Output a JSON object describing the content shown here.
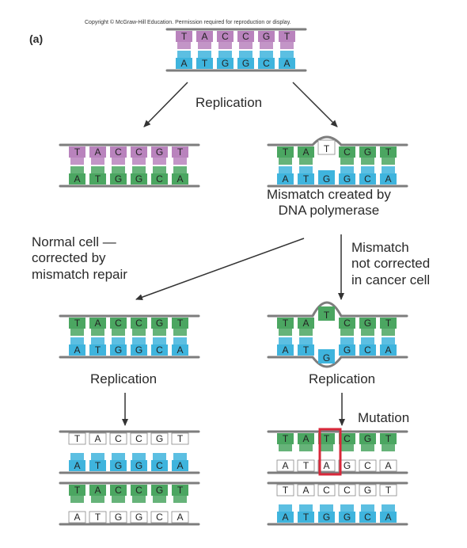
{
  "copyright": "Copyright © McGraw-Hill Education. Permission required for reproduction or display.",
  "panel_label": "(a)",
  "labels": {
    "replication_top": "Replication",
    "mismatch_created": [
      "Mismatch created by",
      "DNA polymerase"
    ],
    "normal_cell": [
      "Normal cell —",
      "corrected by",
      "mismatch repair"
    ],
    "not_corrected": [
      "Mismatch",
      "not corrected",
      "in cancer cell"
    ],
    "replication_left": "Replication",
    "replication_right": "Replication",
    "mutation": "Mutation"
  },
  "colors": {
    "T": "#b983bd",
    "A": "#3fb4dd",
    "G": "#4ba661",
    "C": "#4ba661",
    "template": "#3fb4dd",
    "new_strand": "#4ba661",
    "blank": "#ffffff",
    "backbone": "#7d7d7d",
    "highlight": "#d8283a"
  },
  "dna": [
    {
      "id": "parent",
      "top": [
        "T",
        "A",
        "C",
        "C",
        "G",
        "T"
      ],
      "bottom": [
        "A",
        "T",
        "G",
        "G",
        "C",
        "A"
      ],
      "top_fill": [
        "pink",
        "pink",
        "pink",
        "pink",
        "pink",
        "pink"
      ],
      "bottom_fill": [
        "blue",
        "blue",
        "blue",
        "blue",
        "blue",
        "blue"
      ]
    },
    {
      "id": "left-copy",
      "top": [
        "T",
        "A",
        "C",
        "C",
        "G",
        "T"
      ],
      "bottom": [
        "A",
        "T",
        "G",
        "G",
        "C",
        "A"
      ],
      "top_fill": [
        "pink",
        "pink",
        "pink",
        "pink",
        "pink",
        "pink"
      ],
      "bottom_fill": [
        "green",
        "green",
        "green",
        "green",
        "green",
        "green"
      ]
    },
    {
      "id": "right-mismatch",
      "top": [
        "T",
        "A",
        "T",
        "C",
        "G",
        "T"
      ],
      "bottom": [
        "A",
        "T",
        "G",
        "G",
        "C",
        "A"
      ],
      "top_fill": [
        "green",
        "green",
        "white",
        "green",
        "green",
        "green"
      ],
      "bottom_fill": [
        "blue",
        "blue",
        "blue",
        "blue",
        "blue",
        "blue"
      ]
    },
    {
      "id": "left-repaired",
      "top": [
        "T",
        "A",
        "C",
        "C",
        "G",
        "T"
      ],
      "bottom": [
        "A",
        "T",
        "G",
        "G",
        "C",
        "A"
      ],
      "top_fill": [
        "green",
        "green",
        "green",
        "green",
        "green",
        "green"
      ],
      "bottom_fill": [
        "blue",
        "blue",
        "blue",
        "blue",
        "blue",
        "blue"
      ]
    },
    {
      "id": "right-unrepaired",
      "top": [
        "T",
        "A",
        "T",
        "C",
        "G",
        "T"
      ],
      "bottom": [
        "A",
        "T",
        "G",
        "G",
        "C",
        "A"
      ],
      "top_fill": [
        "green",
        "green",
        "green",
        "green",
        "green",
        "green"
      ],
      "bottom_fill": [
        "blue",
        "blue",
        "blue",
        "blue",
        "blue",
        "blue"
      ]
    },
    {
      "id": "left-daughter-1",
      "top": [
        "T",
        "A",
        "C",
        "C",
        "G",
        "T"
      ],
      "bottom": [
        "A",
        "T",
        "G",
        "G",
        "C",
        "A"
      ],
      "top_fill": [
        "white",
        "white",
        "white",
        "white",
        "white",
        "white"
      ],
      "bottom_fill": [
        "blue",
        "blue",
        "blue",
        "blue",
        "blue",
        "blue"
      ]
    },
    {
      "id": "left-daughter-2",
      "top": [
        "T",
        "A",
        "C",
        "C",
        "G",
        "T"
      ],
      "bottom": [
        "A",
        "T",
        "G",
        "G",
        "C",
        "A"
      ],
      "top_fill": [
        "green",
        "green",
        "green",
        "green",
        "green",
        "green"
      ],
      "bottom_fill": [
        "white",
        "white",
        "white",
        "white",
        "white",
        "white"
      ]
    },
    {
      "id": "right-daughter-1",
      "top": [
        "T",
        "A",
        "T",
        "C",
        "G",
        "T"
      ],
      "bottom": [
        "A",
        "T",
        "A",
        "G",
        "C",
        "A"
      ],
      "top_fill": [
        "green",
        "green",
        "green",
        "green",
        "green",
        "green"
      ],
      "bottom_fill": [
        "white",
        "white",
        "white",
        "white",
        "white",
        "white"
      ]
    },
    {
      "id": "right-daughter-2",
      "top": [
        "T",
        "A",
        "C",
        "C",
        "G",
        "T"
      ],
      "bottom": [
        "A",
        "T",
        "G",
        "G",
        "C",
        "A"
      ],
      "top_fill": [
        "white",
        "white",
        "white",
        "white",
        "white",
        "white"
      ],
      "bottom_fill": [
        "blue",
        "blue",
        "blue",
        "blue",
        "blue",
        "blue"
      ]
    }
  ]
}
